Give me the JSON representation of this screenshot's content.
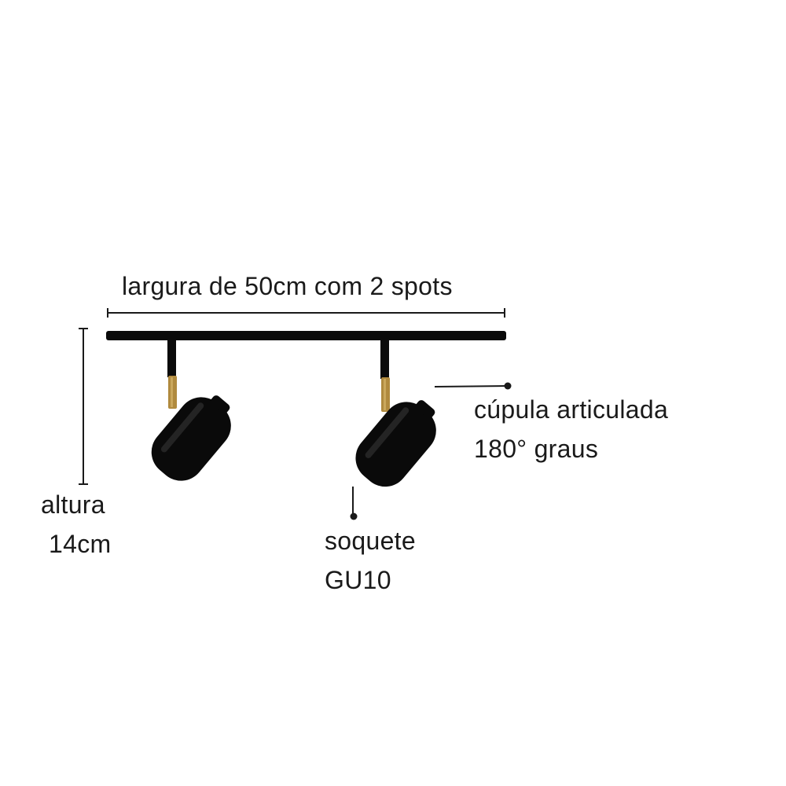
{
  "product": {
    "width_label": "largura de 50cm com 2 spots",
    "height_label_line1": "altura",
    "height_label_line2": "14cm",
    "dome_label_line1": "cúpula articulada",
    "dome_label_line2": "180° graus",
    "socket_label_line1": "soquete",
    "socket_label_line2": "GU10"
  },
  "colors": {
    "fixture": "#0a0a0a",
    "brass": "#b08a3e",
    "text": "#1a1a1a"
  }
}
